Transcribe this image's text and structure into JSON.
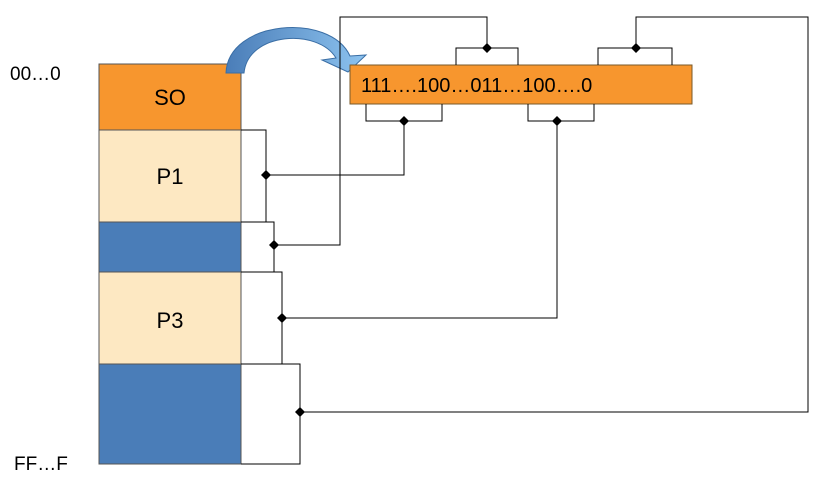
{
  "address_labels": {
    "start": "00…0",
    "end": "FF…F"
  },
  "memory_segments": [
    {
      "id": "so",
      "label": "SO",
      "kind": "os"
    },
    {
      "id": "p1",
      "label": "P1",
      "kind": "process"
    },
    {
      "id": "free1",
      "label": "",
      "kind": "free"
    },
    {
      "id": "p3",
      "label": "P3",
      "kind": "process"
    },
    {
      "id": "free2",
      "label": "",
      "kind": "free"
    }
  ],
  "bitmap": {
    "text": "111….100…011…100….0"
  },
  "colors": {
    "os": "#F7962E",
    "process": "#FDE8C2",
    "free": "#4A7DB8",
    "bitmap": "#F7962E",
    "arrow_light": "#8DC3EF",
    "arrow_dark": "#4A7DB8"
  }
}
